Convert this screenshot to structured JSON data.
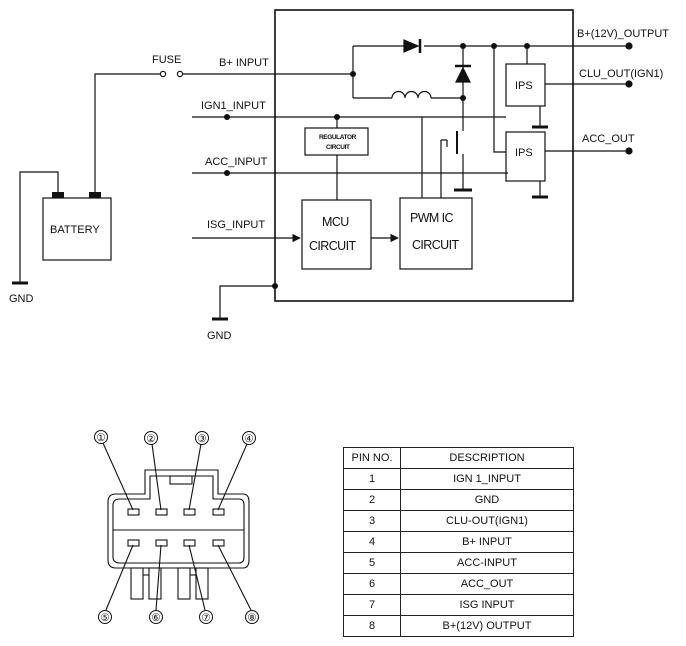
{
  "labels": {
    "fuse": "FUSE",
    "battery": "BATTERY",
    "gnd_battery": "GND",
    "gnd_module": "GND",
    "b_input": "B+ INPUT",
    "ign1_input": "IGN1_INPUT",
    "acc_input": "ACC_INPUT",
    "isg_input": "ISG_INPUT",
    "b_output": "B+(12V)_OUTPUT",
    "clu_out": "CLU_OUT(IGN1)",
    "acc_out": "ACC_OUT",
    "ips_top": "IPS",
    "ips_bottom": "IPS",
    "regulator_line1": "REGULATOR",
    "regulator_line2": "CIRCUIT",
    "mcu_line1": "MCU",
    "mcu_line2": "CIRCUIT",
    "pwm_line1": "PWM IC",
    "pwm_line2": "CIRCUIT"
  },
  "connector": {
    "pin_numbers_top": [
      "①",
      "②",
      "③",
      "④"
    ],
    "pin_numbers_bottom": [
      "⑤",
      "⑥",
      "⑦",
      "⑧"
    ]
  },
  "pin_table": {
    "headers": [
      "PIN NO.",
      "DESCRIPTION"
    ],
    "rows": [
      [
        "1",
        "IGN 1_INPUT"
      ],
      [
        "2",
        "GND"
      ],
      [
        "3",
        "CLU-OUT(IGN1)"
      ],
      [
        "4",
        "B+ INPUT"
      ],
      [
        "5",
        "ACC-INPUT"
      ],
      [
        "6",
        "ACC_OUT"
      ],
      [
        "7",
        "ISG INPUT"
      ],
      [
        "8",
        "B+(12V) OUTPUT"
      ]
    ]
  }
}
